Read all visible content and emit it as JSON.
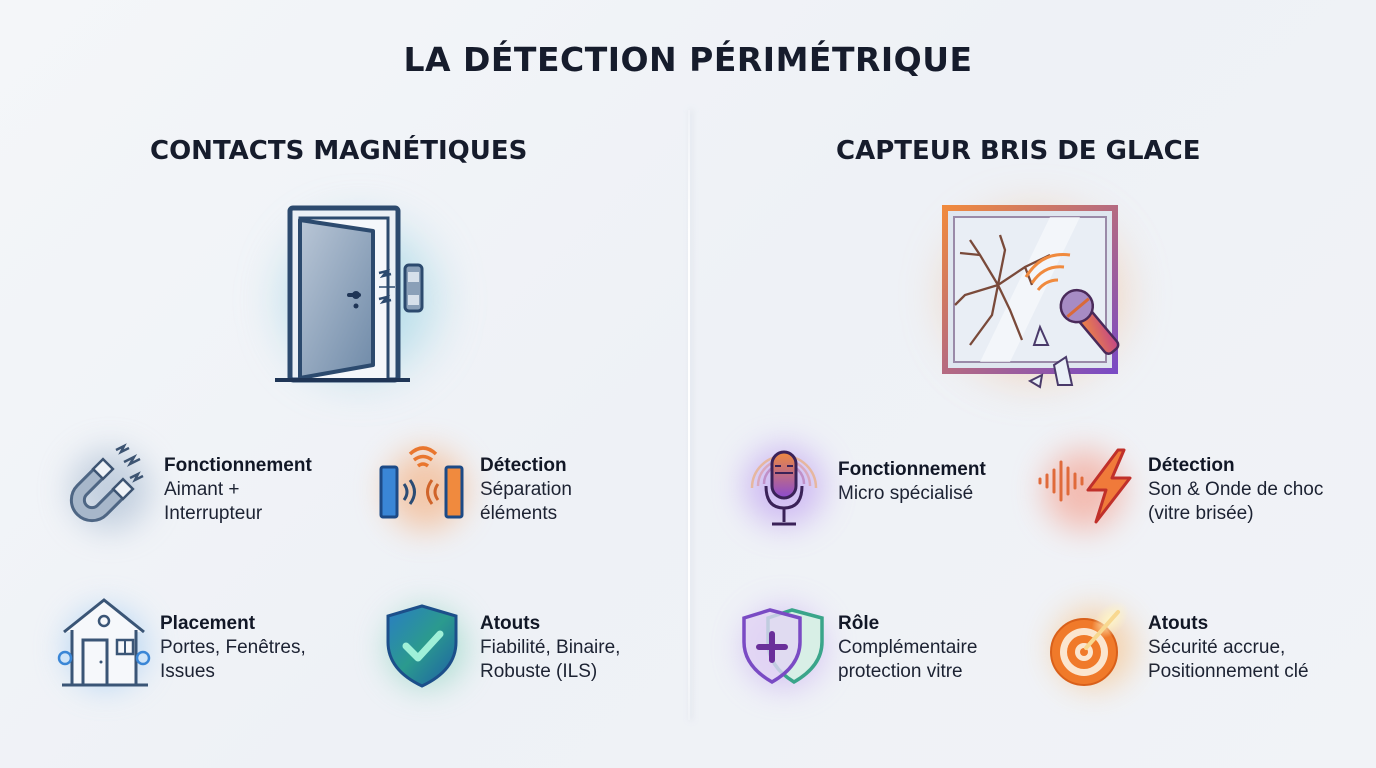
{
  "title": "LA DÉTECTION PÉRIMÉTRIQUE",
  "colors": {
    "background": "#f1f3f7",
    "text": "#161c2c",
    "blue_accent": "#2e6fc4",
    "orange_accent": "#f07a2a",
    "purple_accent": "#7a4bc4",
    "green_accent": "#3aa58a"
  },
  "left_panel": {
    "title": "CONTACTS MAGNÉTIQUES",
    "hero_icon": "door-with-magnetic-contact-icon",
    "features": [
      {
        "icon": "magnet-icon",
        "label": "Fonctionnement",
        "desc_lines": [
          "Aimant +",
          "Interrupteur"
        ]
      },
      {
        "icon": "separation-signal-icon",
        "label": "Détection",
        "desc_lines": [
          "Séparation",
          "éléments"
        ]
      },
      {
        "icon": "house-icon",
        "label": "Placement",
        "desc_lines": [
          "Portes, Fenêtres,",
          "Issues"
        ]
      },
      {
        "icon": "shield-check-icon",
        "label": "Atouts",
        "desc_lines": [
          "Fiabilité, Binaire,",
          "Robuste (ILS)"
        ]
      }
    ]
  },
  "right_panel": {
    "title": "CAPTEUR BRIS DE GLACE",
    "hero_icon": "broken-window-microphone-icon",
    "features": [
      {
        "icon": "microphone-icon",
        "label": "Fonctionnement",
        "desc_lines": [
          "Micro spécialisé"
        ]
      },
      {
        "icon": "soundwave-lightning-icon",
        "label": "Détection",
        "desc_lines": [
          "Son & Onde de choc",
          "(vitre brisée)"
        ]
      },
      {
        "icon": "double-shield-plus-icon",
        "label": "Rôle",
        "desc_lines": [
          "Complémentaire",
          "protection vitre"
        ]
      },
      {
        "icon": "target-icon",
        "label": "Atouts",
        "desc_lines": [
          "Sécurité accrue,",
          "Positionnement clé"
        ]
      }
    ]
  }
}
